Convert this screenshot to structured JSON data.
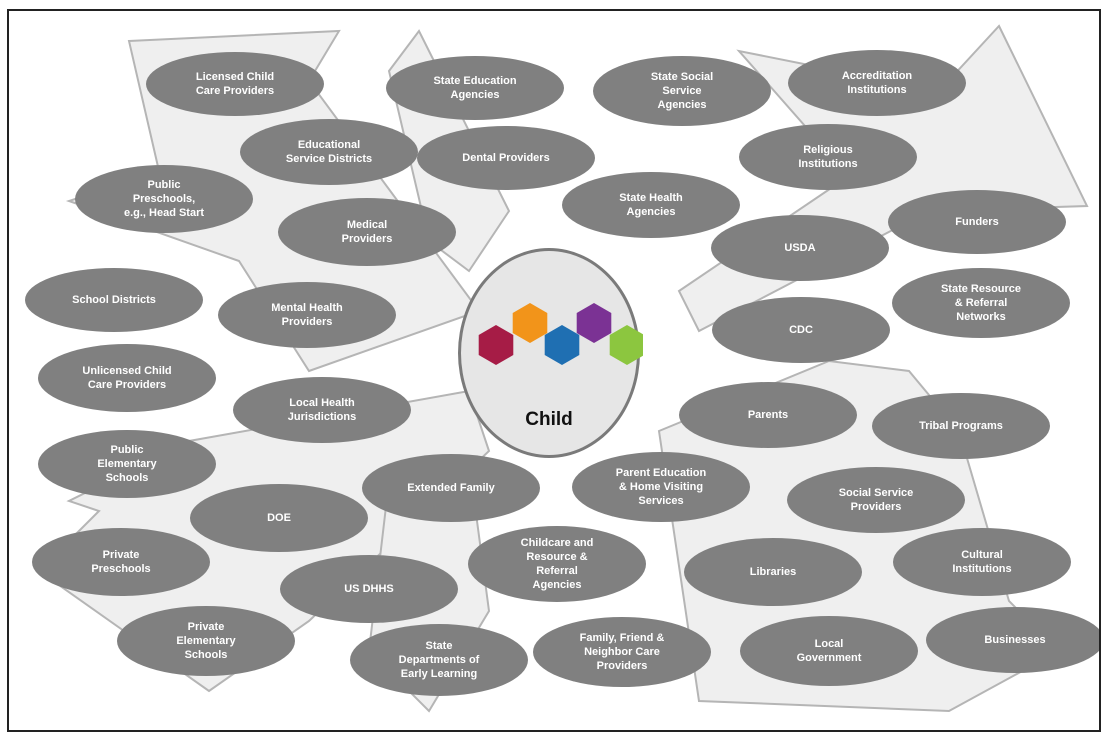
{
  "center": {
    "label": "Child",
    "hexagon_colors": [
      "#a61c46",
      "#f2941a",
      "#1f6fb2",
      "#7b3294",
      "#8cc63f"
    ]
  },
  "colors": {
    "node_fill": "#808080",
    "node_text": "#ffffff",
    "arrow_fill": "#efefef",
    "arrow_stroke": "#b5b5b5",
    "center_fill": "#e6e6e6"
  },
  "nodes": [
    {
      "id": "licensed-child-care-providers",
      "label": "Licensed Child\nCare Providers"
    },
    {
      "id": "state-education-agencies",
      "label": "State Education\nAgencies"
    },
    {
      "id": "state-social-service-agencies",
      "label": "State Social\nService\nAgencies"
    },
    {
      "id": "accreditation-institutions",
      "label": "Accreditation\nInstitutions"
    },
    {
      "id": "educational-service-districts",
      "label": "Educational\nService Districts"
    },
    {
      "id": "dental-providers",
      "label": "Dental Providers"
    },
    {
      "id": "religious-institutions",
      "label": "Religious\nInstitutions"
    },
    {
      "id": "public-preschools",
      "label": "Public\nPreschools,\ne.g., Head Start"
    },
    {
      "id": "state-health-agencies",
      "label": "State Health\nAgencies"
    },
    {
      "id": "medical-providers",
      "label": "Medical\nProviders"
    },
    {
      "id": "funders",
      "label": "Funders"
    },
    {
      "id": "usda",
      "label": "USDA"
    },
    {
      "id": "school-districts",
      "label": "School Districts"
    },
    {
      "id": "state-resource-referral-networks",
      "label": "State Resource\n& Referral\nNetworks"
    },
    {
      "id": "mental-health-providers",
      "label": "Mental Health\nProviders"
    },
    {
      "id": "cdc",
      "label": "CDC"
    },
    {
      "id": "unlicensed-child-care-providers",
      "label": "Unlicensed Child\nCare Providers"
    },
    {
      "id": "local-health-jurisdictions",
      "label": "Local Health\nJurisdictions"
    },
    {
      "id": "parents",
      "label": "Parents"
    },
    {
      "id": "tribal-programs",
      "label": "Tribal Programs"
    },
    {
      "id": "public-elementary-schools",
      "label": "Public\nElementary\nSchools"
    },
    {
      "id": "extended-family",
      "label": "Extended Family"
    },
    {
      "id": "parent-education-home-visiting",
      "label": "Parent Education\n& Home Visiting\nServices"
    },
    {
      "id": "social-service-providers",
      "label": "Social Service\nProviders"
    },
    {
      "id": "doe",
      "label": "DOE"
    },
    {
      "id": "private-preschools",
      "label": "Private\nPreschools"
    },
    {
      "id": "childcare-resource-referral-agencies",
      "label": "Childcare and\nResource &\nReferral\nAgencies"
    },
    {
      "id": "libraries",
      "label": "Libraries"
    },
    {
      "id": "cultural-institutions",
      "label": "Cultural\nInstitutions"
    },
    {
      "id": "us-dhhs",
      "label": "US DHHS"
    },
    {
      "id": "private-elementary-schools",
      "label": "Private\nElementary\nSchools"
    },
    {
      "id": "state-departments-early-learning",
      "label": "State\nDepartments of\nEarly Learning"
    },
    {
      "id": "family-friend-neighbor-care",
      "label": "Family, Friend &\nNeighbor Care\nProviders"
    },
    {
      "id": "local-government",
      "label": "Local\nGovernment"
    },
    {
      "id": "businesses",
      "label": "Businesses"
    }
  ]
}
